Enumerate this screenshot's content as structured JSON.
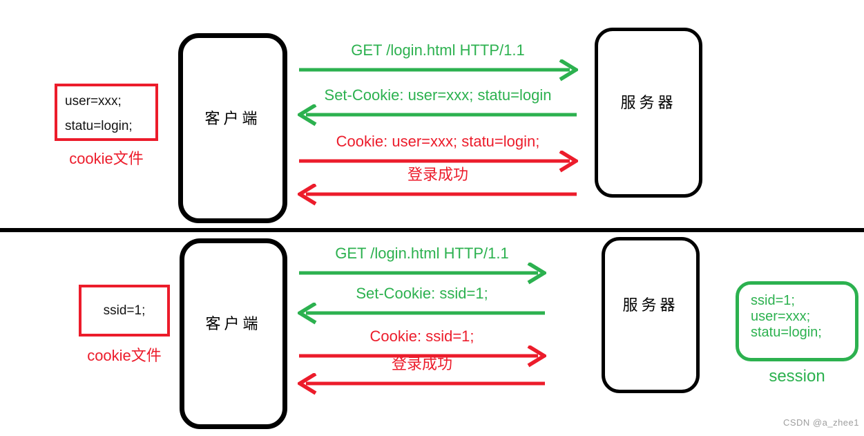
{
  "colors": {
    "green": "#2cb14f",
    "red": "#ec1c2b",
    "ink": "#000000",
    "watermark": "#9e9e9e"
  },
  "top_flow": {
    "cookie_file": {
      "line1": "user=xxx;",
      "line2": "statu=login;",
      "label": "cookie文件"
    },
    "client": "客户端",
    "server": "服务器",
    "msg_get": "GET /login.html HTTP/1.1",
    "msg_set_cookie": "Set-Cookie: user=xxx; statu=login",
    "msg_cookie": "Cookie: user=xxx; statu=login;",
    "msg_success": "登录成功"
  },
  "bottom_flow": {
    "cookie_file": {
      "line1": "ssid=1;",
      "label": "cookie文件"
    },
    "client": "客户端",
    "server": "服务器",
    "msg_get": "GET /login.html HTTP/1.1",
    "msg_set_cookie": "Set-Cookie: ssid=1;",
    "msg_cookie": "Cookie: ssid=1;",
    "msg_success": "登录成功",
    "session": {
      "line1": "ssid=1;",
      "line2": "user=xxx;",
      "line3": "statu=login;",
      "label": "session"
    }
  },
  "watermark": "CSDN @a_zhee1"
}
